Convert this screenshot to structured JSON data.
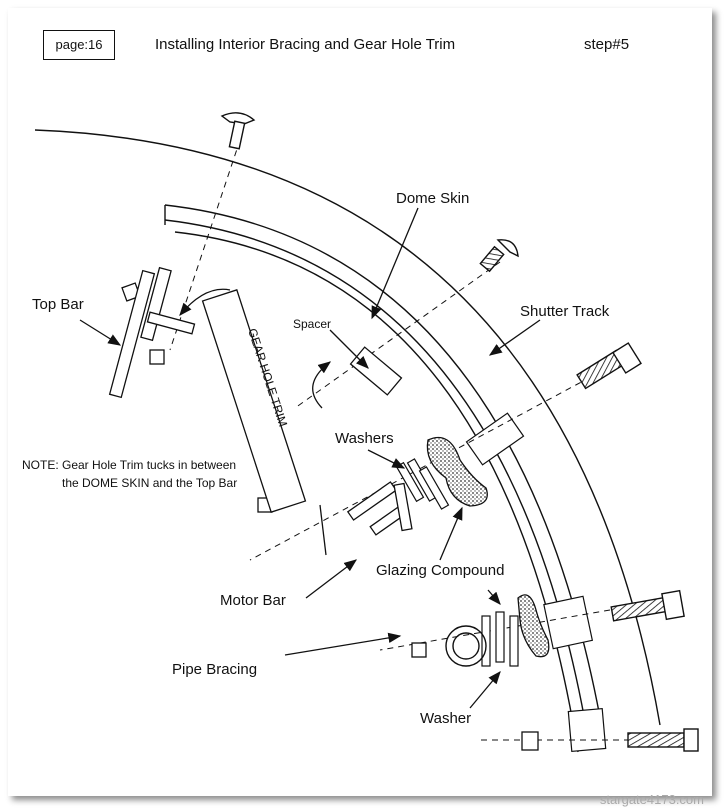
{
  "header": {
    "page": "page:16",
    "title": "Installing Interior Bracing and Gear Hole Trim",
    "step": "step#5"
  },
  "labels": {
    "dome_skin": "Dome Skin",
    "shutter_track": "Shutter Track",
    "top_bar": "Top Bar",
    "spacer": "Spacer",
    "gear_hole_trim": "GEAR HOLE TRIM",
    "washers": "Washers",
    "glazing_compound": "Glazing Compound",
    "motor_bar": "Motor Bar",
    "pipe_bracing": "Pipe Bracing",
    "washer": "Washer"
  },
  "note": {
    "line1": "NOTE: Gear Hole Trim tucks in between",
    "line2": "the DOME SKIN and the Top Bar"
  },
  "watermark": "stargate4173.com",
  "colors": {
    "ink": "#111111",
    "stipple": "#555555",
    "watermark": "#aaaaaa"
  }
}
